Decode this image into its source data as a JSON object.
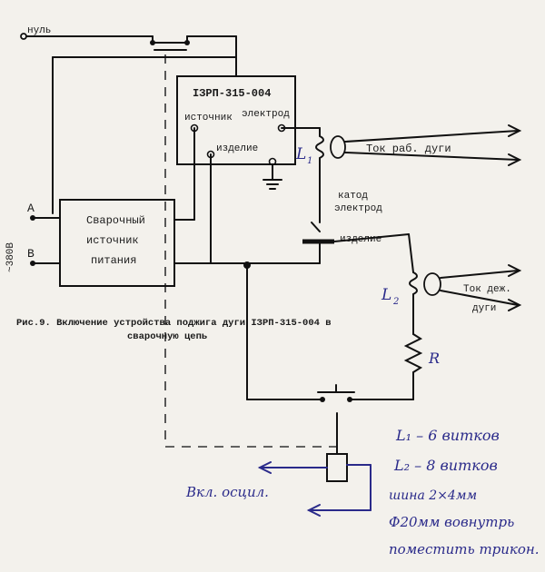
{
  "diagram": {
    "label_null": "нуль",
    "label_device": "ІЗРП-315-004",
    "label_source_term": "источник",
    "label_electrode_term": "электрод",
    "label_work_term": "изделие",
    "label_L1": "L",
    "label_L1_sub": "1",
    "label_arc_current": "Ток раб. дуги",
    "label_cathode_1": "катод",
    "label_cathode_2": "электрод",
    "label_work_bottom": "изделие",
    "label_A": "A",
    "label_B": "B",
    "label_voltage": "~380В",
    "label_psu_1": "Сварочный",
    "label_psu_2": "источник",
    "label_psu_3": "питания",
    "label_L2": "L",
    "label_L2_sub": "2",
    "label_duty_1": "Ток деж.",
    "label_duty_2": "дуги",
    "label_R": "R",
    "caption_1": "Рис.9. Включение устройства поджига дуги ІЗРП-315-004 в",
    "caption_2": "сварочную цепь",
    "label_osc": "Вкл. осцил.",
    "note_1": "L₁ – 6 витков",
    "note_2": "L₂ – 8 витков",
    "note_3": "шина 2×4мм",
    "note_4": "Ф20мм вовнутрь",
    "note_5": "поместить трикон."
  }
}
